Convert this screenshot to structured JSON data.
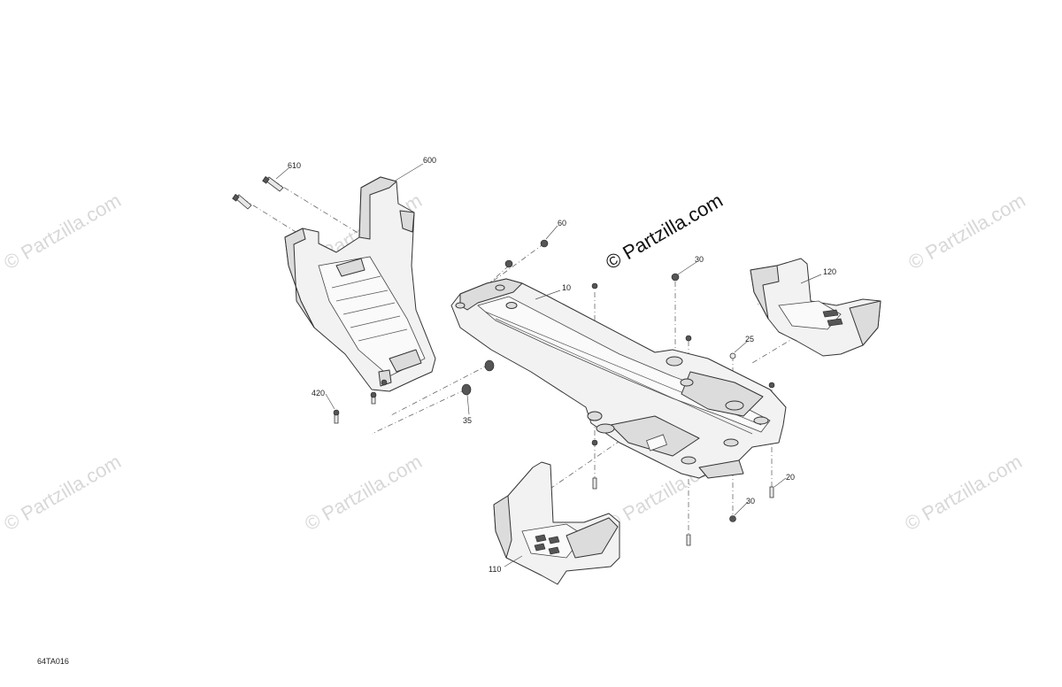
{
  "watermark": {
    "main": "© Partzilla.com",
    "faint": "© Partzilla.com"
  },
  "drawing_id": "64TA016",
  "callouts": {
    "c10": "10",
    "c20": "20",
    "c25": "25",
    "c30a": "30",
    "c30b": "30",
    "c35": "35",
    "c60": "60",
    "c110": "110",
    "c120": "120",
    "c420": "420",
    "c600": "600",
    "c610": "610"
  }
}
